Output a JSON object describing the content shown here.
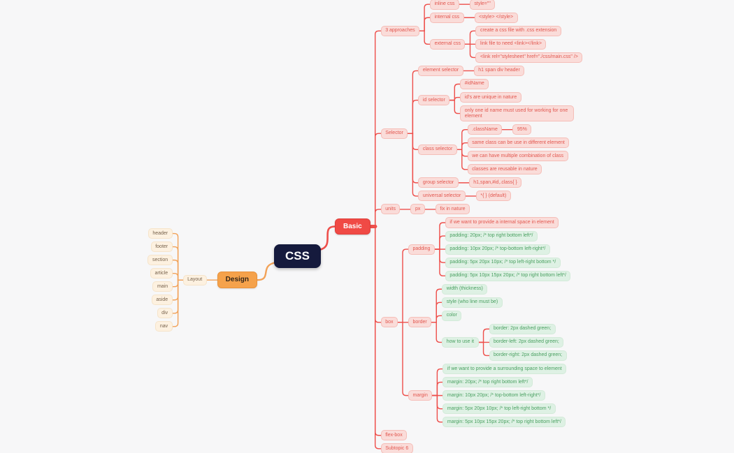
{
  "canvas": {
    "background": "#f7f7f8",
    "branch_colors": {
      "basic": "#ee4f4b",
      "design": "#f2a258"
    },
    "node_colors": {
      "pink_bg": "#fadcd9",
      "pink_text": "#e2574f",
      "green_bg": "#def1e4",
      "green_text": "#4aa061",
      "cream_bg": "#fdf1e0",
      "cream_text": "#77624c",
      "central_bg": "#151a3d",
      "basic_bg": "#f04a45",
      "design_bg": "#f5a24b"
    }
  },
  "root": {
    "label": "CSS"
  },
  "branches": {
    "design": {
      "label": "Design",
      "variant": "design",
      "children": [
        {
          "label": "Layout",
          "children": [
            {
              "label": "header"
            },
            {
              "label": "footer"
            },
            {
              "label": "section"
            },
            {
              "label": "article"
            },
            {
              "label": "main"
            },
            {
              "label": "aside"
            },
            {
              "label": "div"
            },
            {
              "label": "nav"
            }
          ]
        }
      ]
    },
    "basic": {
      "label": "Basic",
      "variant": "basic",
      "children": [
        {
          "label": "3 approaches",
          "children": [
            {
              "label": "inline css",
              "children": [
                {
                  "label": "style=\"\""
                }
              ]
            },
            {
              "label": "internal css",
              "children": [
                {
                  "label": "<style> </style>"
                }
              ]
            },
            {
              "label": "external css",
              "children": [
                {
                  "label": "create a css file with .css extension"
                },
                {
                  "label": "link file to need <link></link>"
                },
                {
                  "label": "<link rel=\"stylesheet\" href=\"./css/main.css\" />"
                }
              ]
            }
          ]
        },
        {
          "label": "Selector",
          "children": [
            {
              "label": "element selector",
              "children": [
                {
                  "label": "h1 span div  header"
                }
              ]
            },
            {
              "label": "id selector",
              "children": [
                {
                  "label": "#idName"
                },
                {
                  "label": "id's are unique in nature"
                },
                {
                  "label": "only one id name must used for working for one element",
                  "wrap": true
                }
              ]
            },
            {
              "label": "class selector",
              "children": [
                {
                  "label": ".className",
                  "children": [
                    {
                      "label": "95%"
                    }
                  ]
                },
                {
                  "label": "same class can be use in different element"
                },
                {
                  "label": "we can have multiple combination of class"
                },
                {
                  "label": "classes are reusable in nature"
                }
              ]
            },
            {
              "label": "group selector",
              "children": [
                {
                  "label": "h1,span,#id,.class{ }"
                }
              ]
            },
            {
              "label": "universal selector",
              "children": [
                {
                  "label": "*{ } (default)"
                }
              ]
            }
          ]
        },
        {
          "label": "units",
          "children": [
            {
              "label": "px",
              "children": [
                {
                  "label": "fix in nature"
                }
              ]
            }
          ]
        },
        {
          "label": "box",
          "children": [
            {
              "label": "padding",
              "children": [
                {
                  "label": "if we want to provide a internal space in element"
                },
                {
                  "label": "padding: 20px; /* top right bottom left*/",
                  "variant": "green"
                },
                {
                  "label": "padding: 10px 20px; /* top-bottom left-right*/",
                  "variant": "green"
                },
                {
                  "label": "padding: 5px 20px 10px; /* top left-right bottom */",
                  "variant": "green"
                },
                {
                  "label": "padding: 5px 10px 15px 20px; /* top right bottom left*/",
                  "variant": "green"
                }
              ]
            },
            {
              "label": "border",
              "children": [
                {
                  "label": "width (thickness)",
                  "variant": "green"
                },
                {
                  "label": "style (who line must be)",
                  "variant": "green"
                },
                {
                  "label": "color",
                  "variant": "green"
                },
                {
                  "label": "how to use it",
                  "variant": "green",
                  "children": [
                    {
                      "label": "border: 2px dashed green;",
                      "variant": "green"
                    },
                    {
                      "label": "border-left: 2px dashed green;",
                      "variant": "green"
                    },
                    {
                      "label": "border-right: 2px dashed green;",
                      "variant": "green"
                    }
                  ]
                }
              ]
            },
            {
              "label": "margin",
              "children": [
                {
                  "label": "if we want to provide a surrounding space to element",
                  "variant": "green"
                },
                {
                  "label": "margin: 20px; /* top right bottom left*/",
                  "variant": "green"
                },
                {
                  "label": "margin: 10px 20px; /* top-bottom left-right*/",
                  "variant": "green"
                },
                {
                  "label": "margin: 5px 20px 10px; /* top left-right bottom */",
                  "variant": "green"
                },
                {
                  "label": "margin: 5px 10px 15px 20px; /* top right bottom left*/",
                  "variant": "green"
                }
              ]
            }
          ]
        },
        {
          "label": "flex-box"
        },
        {
          "label": "Subtopic 6"
        }
      ]
    }
  }
}
